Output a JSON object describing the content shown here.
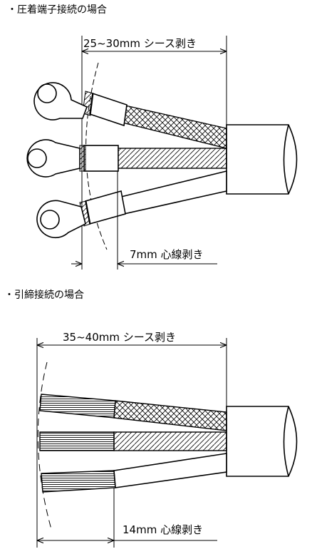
{
  "section1": {
    "title": "・圧着端子接続の場合",
    "sheath_dim": "25~30mm シース剥き",
    "core_dim": "7mm 心線剥き"
  },
  "section2": {
    "title": "・引締接続の場合",
    "sheath_dim": "35~40mm シース剥き",
    "core_dim": "14mm 心線剥き"
  },
  "colors": {
    "line": "#000000",
    "background": "#ffffff"
  }
}
